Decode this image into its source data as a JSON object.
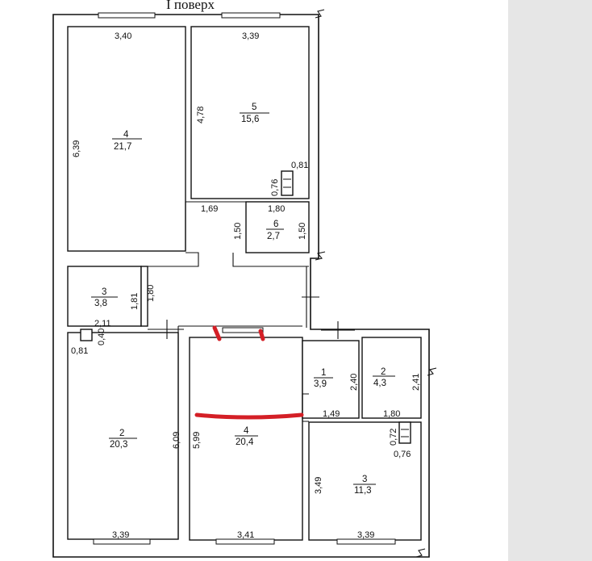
{
  "title": "I поверх",
  "rooms": [
    {
      "number": "4",
      "area": "21,7"
    },
    {
      "number": "5",
      "area": "15,6"
    },
    {
      "number": "6",
      "area": "2,7"
    },
    {
      "number": "3",
      "area": "3,8"
    },
    {
      "number": "2",
      "area": "20,3"
    },
    {
      "number": "4",
      "area": "20,4"
    },
    {
      "number": "1",
      "area": "3,9"
    },
    {
      "number": "2",
      "area": "4,3"
    },
    {
      "number": "3",
      "area": "11,3"
    }
  ],
  "dimensions": {
    "top_left_width": "3,40",
    "top_right_width": "3,39",
    "left_room_height": "6,39",
    "room5_height": "4,78",
    "duct_top_width": "0,81",
    "duct_top_height": "0,76",
    "corridor_width": "1,69",
    "room6_width": "1,80",
    "room6_left_height": "1,50",
    "room6_right_height": "1,50",
    "room3_height": "1,81",
    "room3_right": "1,80",
    "room3_width": "2,11",
    "duct_left_width": "0,81",
    "duct_left_height": "0,40",
    "room2_height": "6,09",
    "room4_height": "5,99",
    "room1_height": "2,40",
    "room2b_height": "2,41",
    "room1_width": "1,49",
    "room2b_width": "1,80",
    "duct_right_height": "0,72",
    "duct_right_width": "0,76",
    "room3b_height": "3,49",
    "bottom_left_width": "3,39",
    "bottom_mid_width": "3,41",
    "bottom_right_width": "3,39"
  },
  "colors": {
    "wall": "#111111",
    "marker": "#d41f26"
  }
}
